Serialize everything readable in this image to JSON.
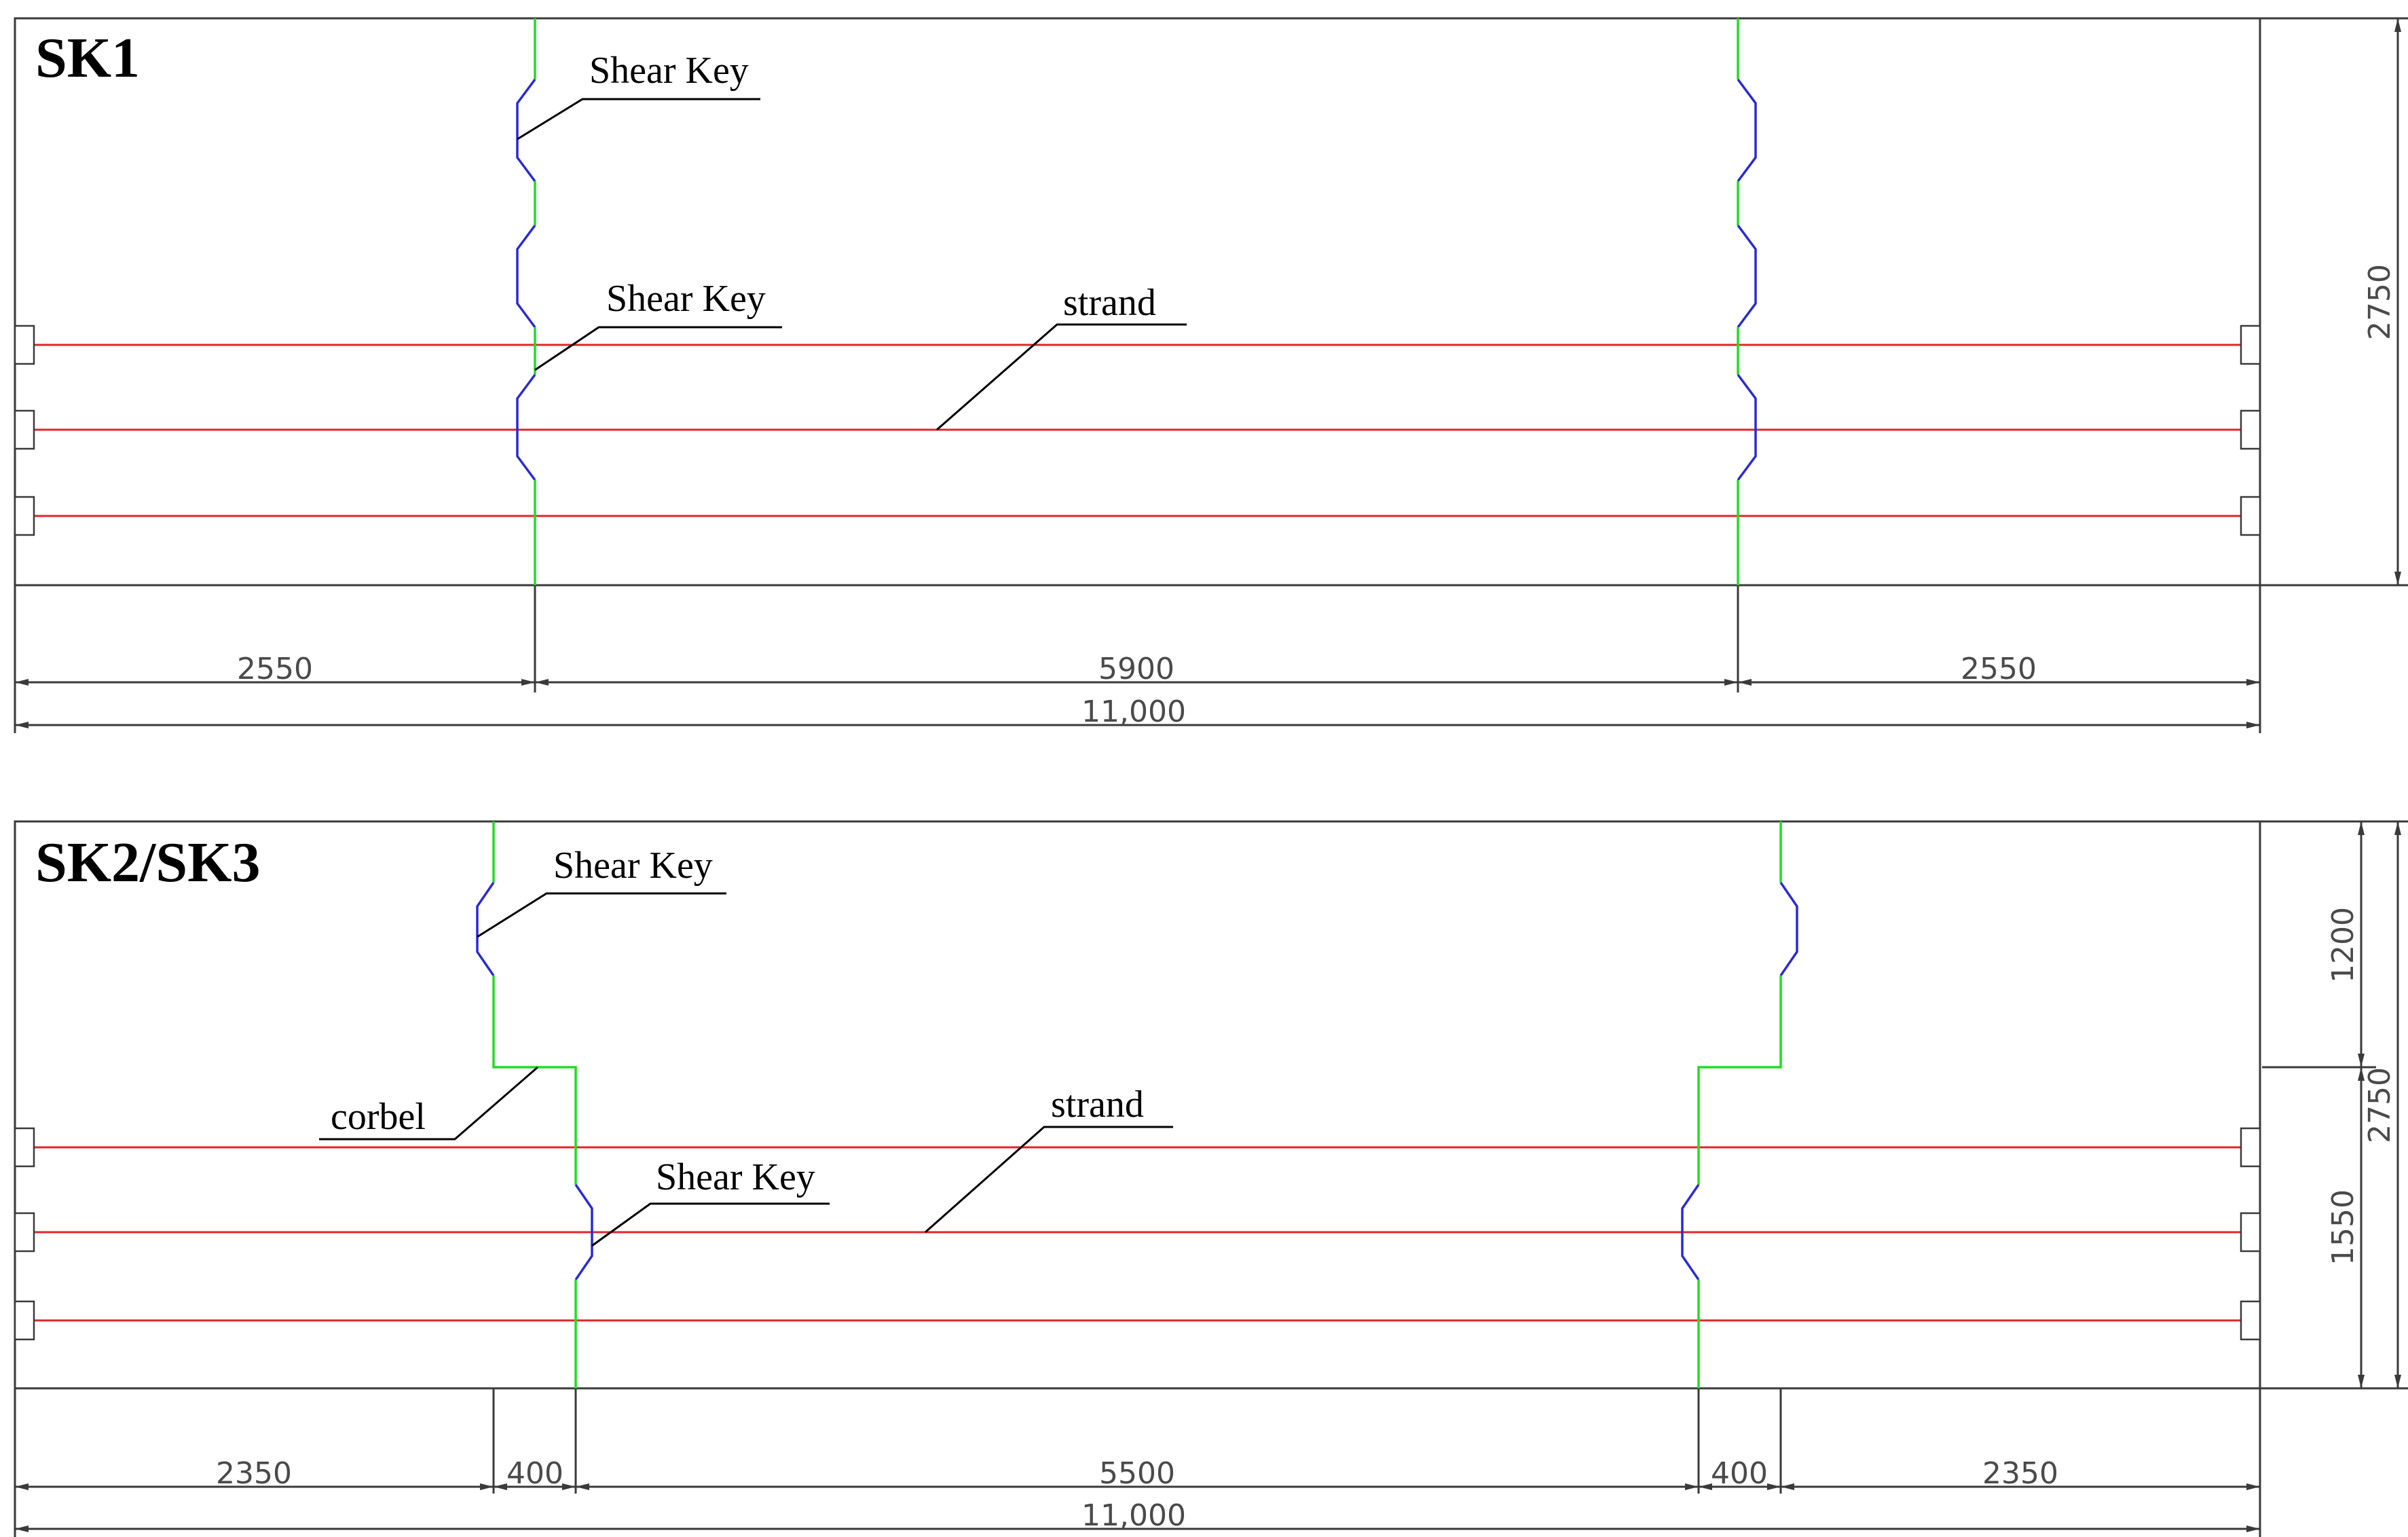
{
  "panels": {
    "sk1": {
      "title": "SK1",
      "labels": {
        "shear_key_upper": "Shear Key",
        "shear_key_lower": "Shear Key",
        "strand": "strand"
      },
      "dimensions": {
        "left": "2550",
        "middle": "5900",
        "right": "2550",
        "total": "11,000",
        "height": "2750"
      }
    },
    "sk23": {
      "title": "SK2/SK3",
      "labels": {
        "shear_key_upper": "Shear Key",
        "corbel": "corbel",
        "strand": "strand",
        "shear_key_lower": "Shear Key"
      },
      "dimensions": {
        "left": "2350",
        "left_corbel": "400",
        "middle": "5500",
        "right_corbel": "400",
        "right": "2350",
        "total": "11,000",
        "height_upper": "1200",
        "height_lower": "1550",
        "height_total": "2750"
      }
    }
  },
  "colors": {
    "strand": "#e0262b",
    "joint": "#22dd22",
    "shear_key": "#2a2ad4",
    "outline": "#3a3a3a"
  }
}
